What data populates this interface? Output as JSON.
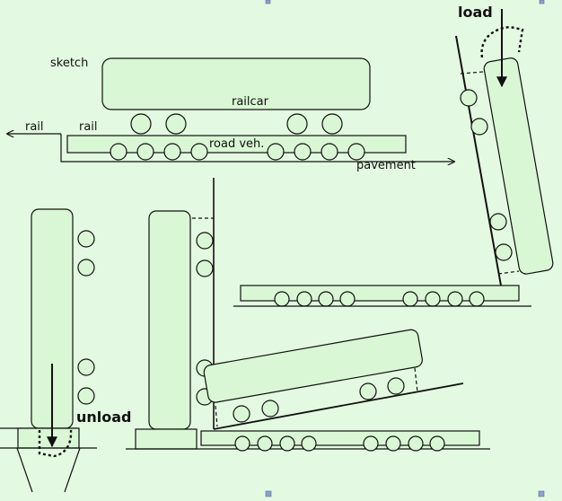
{
  "labels": {
    "sketch": "sketch",
    "railcar": "railcar",
    "rail_left": "rail",
    "rail_mid": "rail",
    "road_vehicle": "road veh.",
    "pavement": "pavement",
    "load": "load",
    "unload": "unload"
  },
  "colors": {
    "background": "#e4f9e1",
    "car_fill": "#d9f7d4",
    "stroke": "#111111",
    "handle": "#8ea0c8"
  }
}
